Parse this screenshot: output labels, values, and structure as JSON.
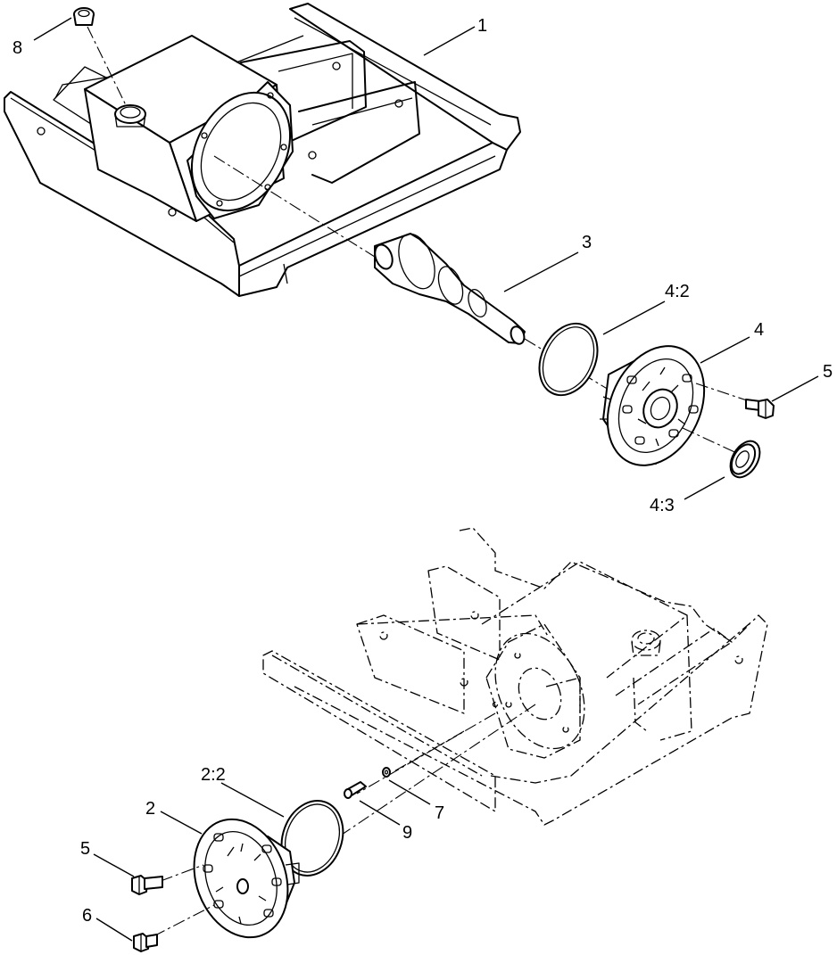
{
  "callouts": {
    "c1": "1",
    "c2": "2",
    "c2_2": "2:2",
    "c3": "3",
    "c4": "4",
    "c4_2": "4:2",
    "c4_3": "4:3",
    "c5_top": "5",
    "c5_bottom": "5",
    "c6": "6",
    "c7": "7",
    "c8": "8",
    "c9": "9"
  }
}
